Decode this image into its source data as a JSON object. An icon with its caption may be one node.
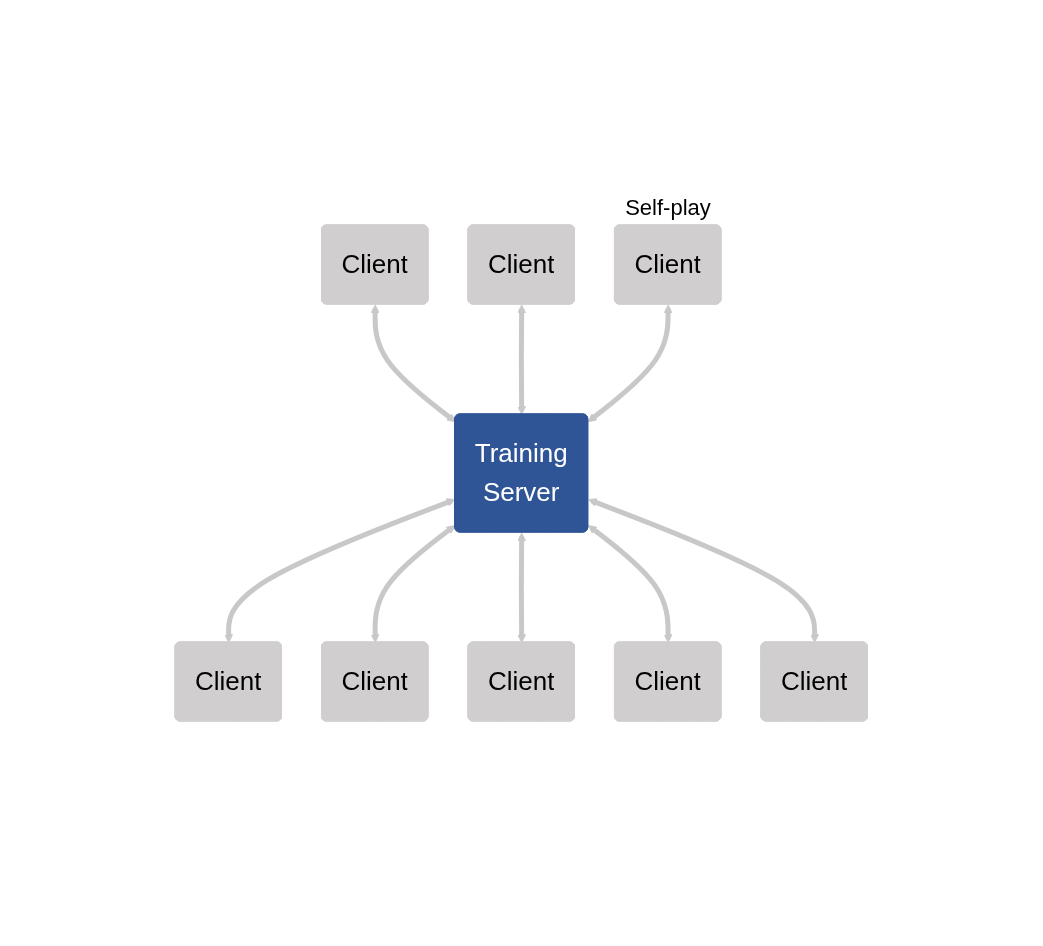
{
  "diagram": {
    "nodes": [
      {
        "text": [
          "Client"
        ]
      },
      {
        "text": [
          "Client"
        ]
      },
      {
        "text": [
          "Client"
        ],
        "beside": [
          "Self-play"
        ]
      },
      {
        "text": [
          "Training",
          "Server"
        ]
      },
      {
        "text": [
          "Client"
        ]
      },
      {
        "text": [
          "Client"
        ]
      },
      {
        "text": [
          "Client"
        ]
      },
      {
        "text": [
          "Client"
        ]
      },
      {
        "text": [
          "Client"
        ]
      }
    ],
    "edges": [
      {
        "from": 0,
        "to": 3,
        "arrow": "both"
      },
      {
        "from": 1,
        "to": 3,
        "arrow": "both"
      },
      {
        "from": 2,
        "to": 3,
        "arrow": "both"
      },
      {
        "from": 3,
        "to": 4,
        "arrow": "both"
      },
      {
        "from": 3,
        "to": 5,
        "arrow": "both"
      },
      {
        "from": 3,
        "to": 6,
        "arrow": "both"
      },
      {
        "from": 3,
        "to": 7,
        "arrow": "both"
      },
      {
        "from": 3,
        "to": 8,
        "arrow": "both"
      }
    ]
  }
}
